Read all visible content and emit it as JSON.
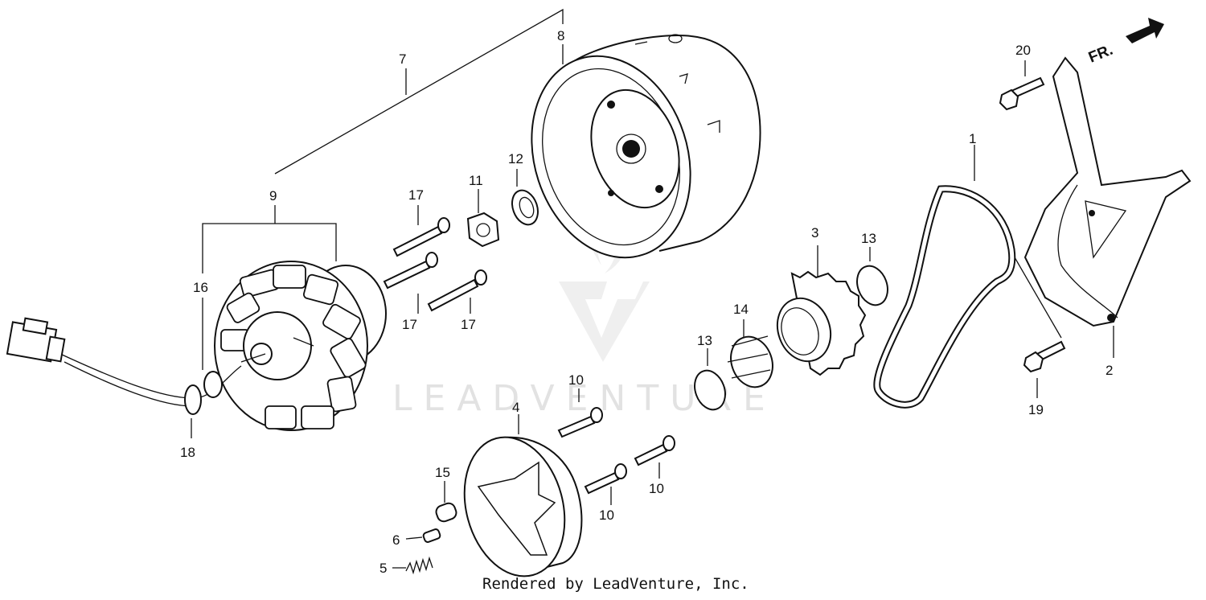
{
  "watermark": {
    "brand": "LEADVENTURE"
  },
  "footer": {
    "credit": "Rendered by LeadVenture, Inc."
  },
  "direction_marker": {
    "label": "FR."
  },
  "callouts": [
    "1",
    "2",
    "3",
    "4",
    "5",
    "6",
    "7",
    "8",
    "9",
    "10",
    "10",
    "10",
    "11",
    "12",
    "13",
    "13",
    "14",
    "15",
    "16",
    "17",
    "17",
    "17",
    "18",
    "19",
    "20"
  ],
  "colors": {
    "ink": "#111111",
    "watermark": "#e2e2e2"
  }
}
